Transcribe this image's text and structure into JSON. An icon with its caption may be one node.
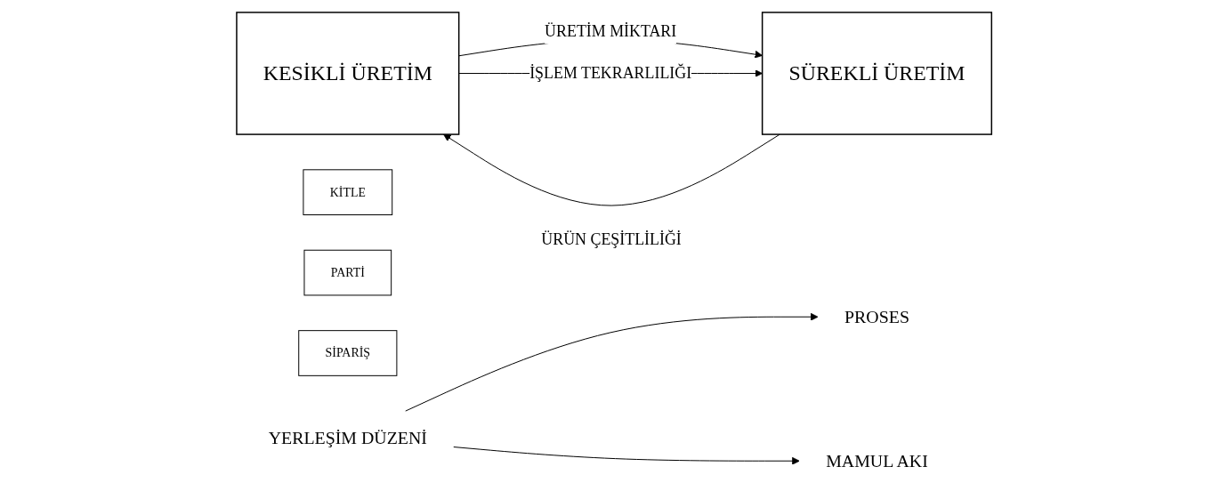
{
  "diagram": {
    "nodes": [
      {
        "text": [
          "KESİKLİ ÜRETİM"
        ]
      },
      {
        "text": [
          "SÜREKLİ ÜRETİM"
        ]
      },
      {
        "text": [
          "KİTLE"
        ]
      },
      {
        "text": [
          "PARTİ"
        ]
      },
      {
        "text": [
          "SİPARİŞ"
        ]
      },
      {
        "text": [
          "PROSES"
        ]
      },
      {
        "text": [
          "YERLEŞİM DÜZENİ"
        ]
      },
      {
        "text": [
          "MAMUL AKI"
        ]
      }
    ],
    "edges": [
      {
        "from": 0,
        "to": 1,
        "arrow": "to",
        "label": "ÜRETİM MİKTARI"
      },
      {
        "from": 1,
        "to": 0,
        "arrow": "to",
        "label": "ÜRÜN ÇEŞİTLİLİĞİ"
      },
      {
        "from": 0,
        "to": 1,
        "arrow": "to",
        "label": "İŞLEM TEKRARLILIĞI"
      },
      {
        "from": 6,
        "to": 5,
        "arrow": "to"
      },
      {
        "from": 6,
        "to": 7,
        "arrow": "to"
      }
    ]
  }
}
